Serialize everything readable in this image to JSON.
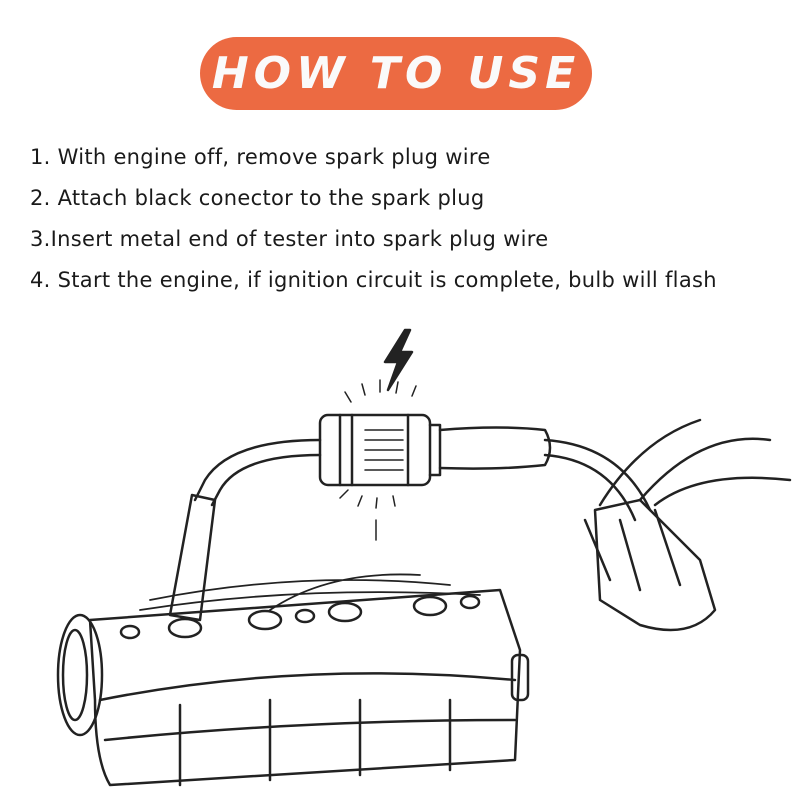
{
  "header": {
    "title": "HOW TO USE",
    "color": "#ec6a42"
  },
  "steps": [
    "1. With engine off, remove spark plug wire",
    "2. Attach black conector to the spark plug",
    "3.Insert metal end of tester into spark plug wire",
    "4. Start the engine, if ignition circuit is complete, bulb will flash"
  ],
  "illustration": {
    "icons": [
      "lightning-icon",
      "spark-tester",
      "engine-block",
      "distributor-cap"
    ]
  }
}
